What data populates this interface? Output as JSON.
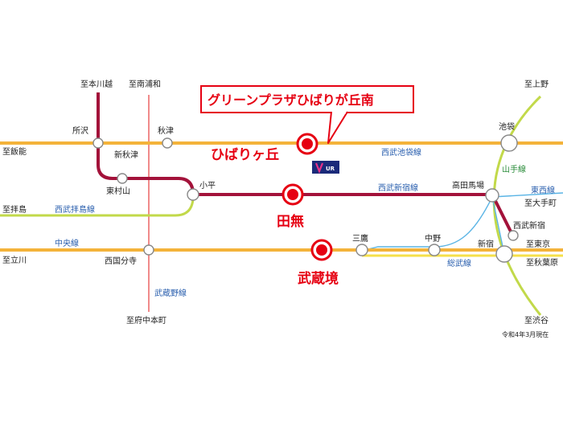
{
  "colors": {
    "orange": "#f4b33a",
    "green": "#c2d94a",
    "maroon": "#a3123a",
    "red": "#e60012",
    "pink": "#f08a8a",
    "blue": "#5ab4e5",
    "line_label_blue": "#2a5fae",
    "yamanote_label": "#2a8c3a"
  },
  "directions": {
    "to_hon_kawagoe": "至本川越",
    "to_minami_urawa": "至南浦和",
    "to_ueno": "至上野",
    "to_hanno": "至飯能",
    "to_haijima": "至拝島",
    "to_tachikawa": "至立川",
    "to_fuchu_honmachi": "至府中本町",
    "to_otemachi": "至大手町",
    "to_tokyo": "至東京",
    "to_akihabara": "至秋葉原",
    "to_shibuya": "至渋谷"
  },
  "stations": {
    "tokorozawa": "所沢",
    "akitsu": "秋津",
    "shin_akitsu": "新秋津",
    "higashi_murayama": "東村山",
    "kodaira": "小平",
    "nishi_kokubunji": "西国分寺",
    "mitaka": "三鷹",
    "nakano": "中野",
    "shinjuku": "新宿",
    "ikebukuro": "池袋",
    "takadanobaba": "高田馬場",
    "seibu_shinjuku": "西武新宿"
  },
  "featured": {
    "hibarigaoka": "ひばりヶ丘",
    "tanashi": "田無",
    "musashisakai": "武蔵境"
  },
  "lines": {
    "seibu_ikebukuro": "西武池袋線",
    "seibu_shinjuku": "西武新宿線",
    "seibu_haijima": "西武拝島線",
    "chuo": "中央線",
    "musashino": "武蔵野線",
    "yamanote": "山手線",
    "tozai": "東西線",
    "sobu": "総武線"
  },
  "banner": "グリーンプラザひばりが丘南",
  "logo_text": "UR",
  "as_of": "令和4年3月現在"
}
